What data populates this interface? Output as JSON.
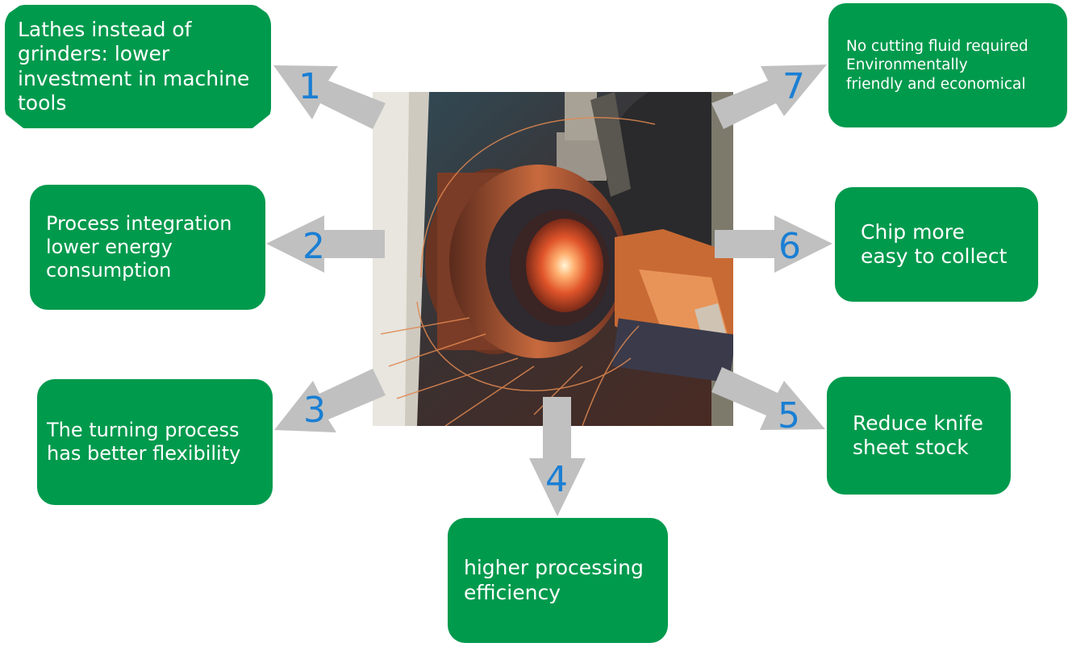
{
  "photo": {
    "subject": "lathe hard-turning a bearing ring with sparks"
  },
  "colors": {
    "box": "#009a4d",
    "arrow": "#c0c0c0",
    "number": "#1a7fd4",
    "text": "#ffffff"
  },
  "items": [
    {
      "number": "1",
      "text": "Lathes instead of\ngrinders: lower\ninvestment in machine\ntools"
    },
    {
      "number": "2",
      "text": "Process integration\nlower energy\nconsumption"
    },
    {
      "number": "3",
      "text": "The turning process\nhas better flexibility"
    },
    {
      "number": "4",
      "text": "higher processing\nefficiency"
    },
    {
      "number": "5",
      "text": "Reduce knife\nsheet stock"
    },
    {
      "number": "6",
      "text": "Chip more\neasy to collect"
    },
    {
      "number": "7",
      "text": "No cutting fluid required\nEnvironmentally\nfriendly and economical"
    }
  ]
}
